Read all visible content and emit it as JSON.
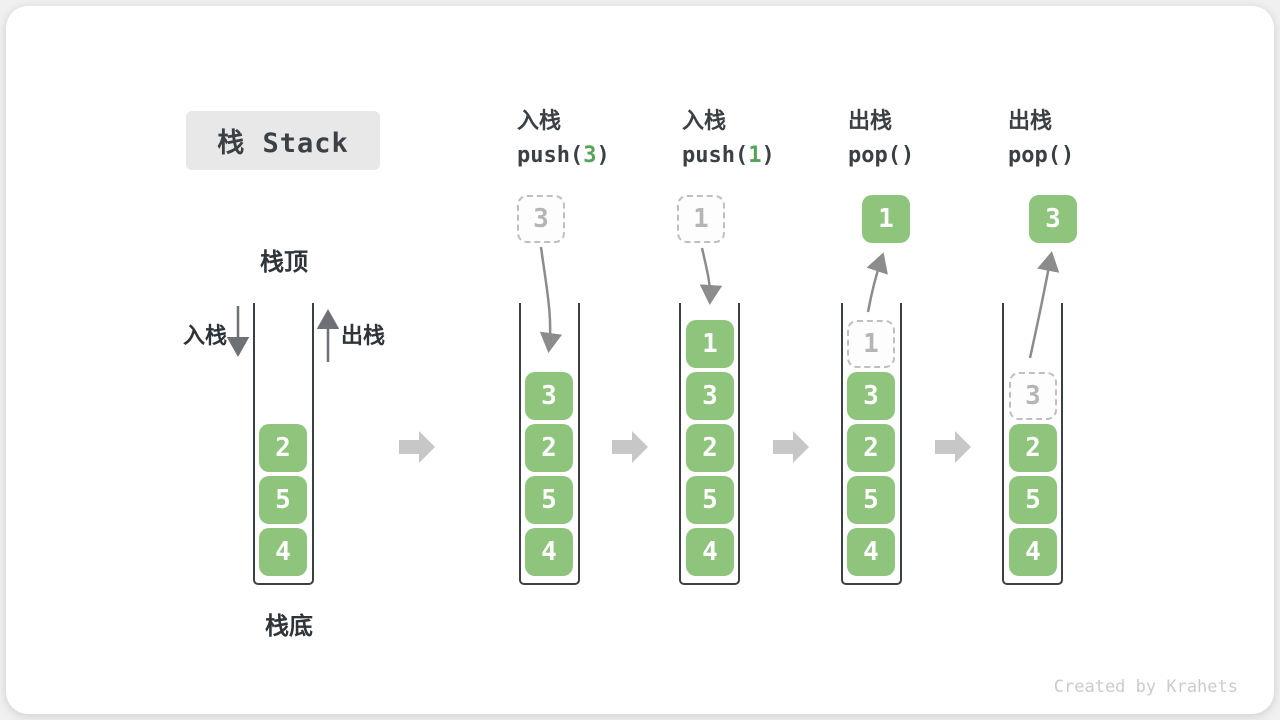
{
  "title": {
    "label": "栈 Stack"
  },
  "legend": {
    "stack_top": "栈顶",
    "stack_bottom": "栈底",
    "push_label": "入栈",
    "pop_label": "出栈"
  },
  "columns": [
    {
      "op": "入栈",
      "fn_prefix": "push(",
      "fn_arg": "3",
      "fn_suffix": ")"
    },
    {
      "op": "入栈",
      "fn_prefix": "push(",
      "fn_arg": "1",
      "fn_suffix": ")"
    },
    {
      "op": "出栈",
      "fn_prefix": "pop(",
      "fn_arg": "",
      "fn_suffix": ")"
    },
    {
      "op": "出栈",
      "fn_prefix": "pop(",
      "fn_arg": "",
      "fn_suffix": ")"
    }
  ],
  "stacks": {
    "s1": {
      "items": [
        "2",
        "5",
        "4"
      ]
    },
    "s2": {
      "floating": "3",
      "items": [
        "3",
        "2",
        "5",
        "4"
      ]
    },
    "s3": {
      "floating": "1",
      "items": [
        "1",
        "3",
        "2",
        "5",
        "4"
      ]
    },
    "s4": {
      "floating": "1",
      "ghost": "1",
      "items": [
        "3",
        "2",
        "5",
        "4"
      ]
    },
    "s5": {
      "floating": "3",
      "ghost": "3",
      "items": [
        "2",
        "5",
        "4"
      ]
    }
  },
  "watermark": "Created by Krahets",
  "colors": {
    "element_green": "#8fc47d",
    "arg_green": "#55a458",
    "text_dark": "#3b4045",
    "container_stroke": "#3c4043",
    "ghost_gray": "#bfbfbf",
    "flow_arrow_gray": "#c7c7c7",
    "curve_arrow_gray": "#8c8c8c",
    "title_bg": "#e8e8e8",
    "watermark_gray": "#cbcbcb"
  }
}
